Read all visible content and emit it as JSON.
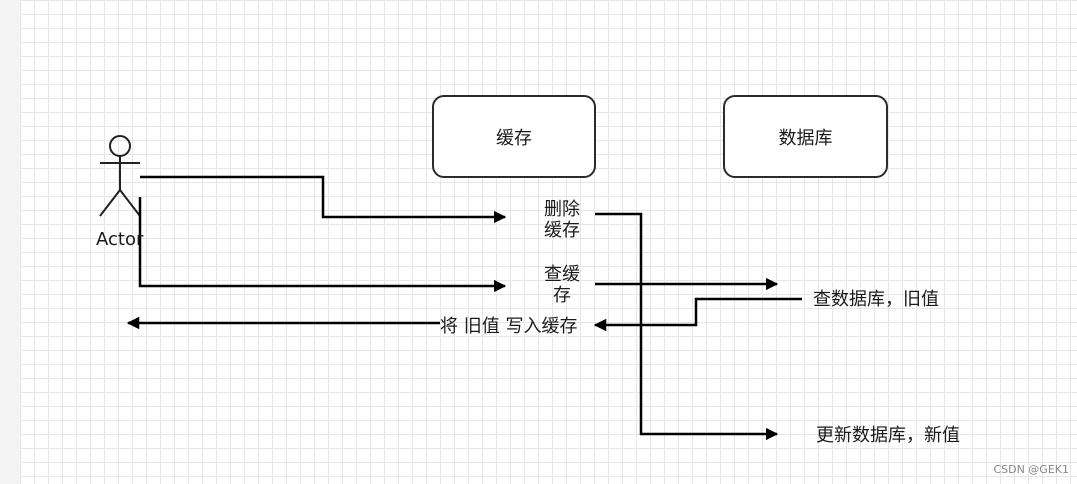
{
  "actor": {
    "label": "Actor"
  },
  "nodes": {
    "cache": {
      "label": "缓存"
    },
    "database": {
      "label": "数据库"
    }
  },
  "steps": {
    "delete_cache": {
      "line1": "删除",
      "line2": "缓存"
    },
    "query_cache": {
      "line1": "查缓",
      "line2": "存"
    },
    "query_db_old": {
      "label": "查数据库，旧值"
    },
    "write_old_to_cache": {
      "label": "将 旧值 写入缓存"
    },
    "update_db_new": {
      "label": "更新数据库，新值"
    }
  },
  "watermark": "CSDN @GEK1",
  "colors": {
    "stroke": "#000000",
    "box_border": "#2b2b2b",
    "grid": "#e6e6e6"
  }
}
